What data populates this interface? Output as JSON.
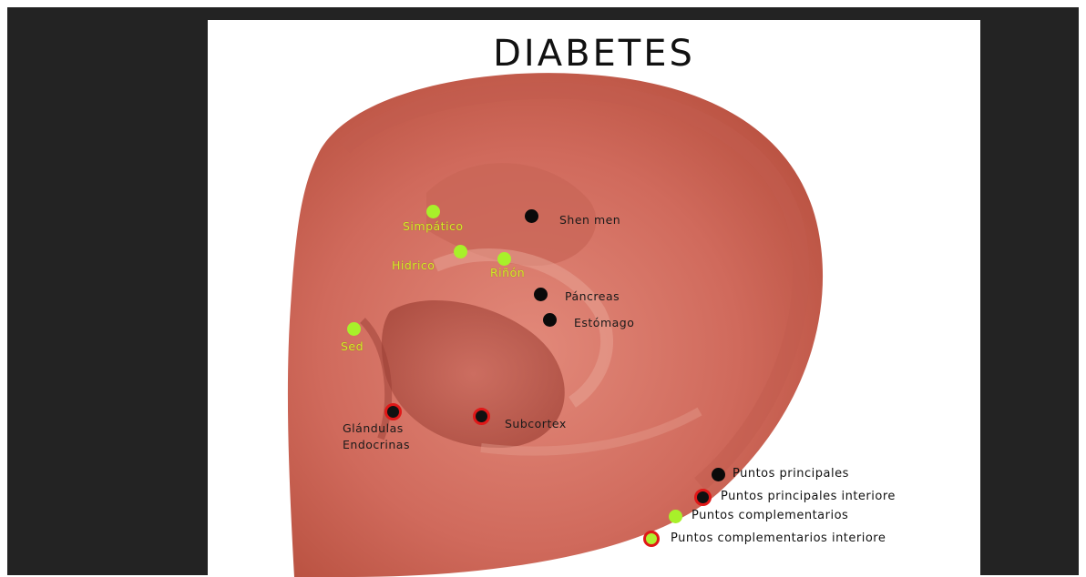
{
  "title": "DIABETES",
  "points": {
    "shen_men": "Shen men",
    "pancreas": "Páncreas",
    "estomago": "Estómago",
    "simpatico": "Simpático",
    "hidrico": "Hidrico",
    "rinon": "Riñón",
    "sed": "Sed",
    "glandulas": "Glándulas Endocrinas",
    "subcortex": "Subcortex"
  },
  "legend": {
    "principal": "Puntos principales",
    "principal_interior": "Puntos principales interiore",
    "complementario": "Puntos complementarios",
    "complementario_interior": "Puntos complementarios interiore"
  },
  "colors": {
    "principal": "#0a0a0a",
    "complementario": "#a8f02a",
    "interior_ring": "#e01818",
    "frame": "#232323",
    "skin": "#d8766a"
  }
}
